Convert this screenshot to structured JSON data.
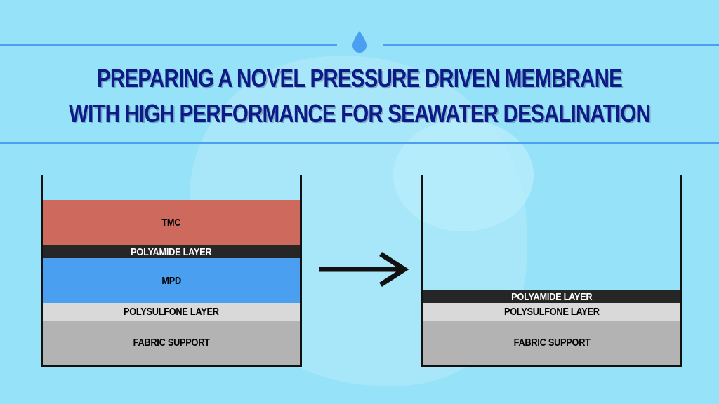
{
  "title": {
    "line1": "PREPARING A NOVEL PRESSURE DRIVEN MEMBRANE",
    "line2": "WITH HIGH PERFORMANCE FOR SEAWATER DESALINATION"
  },
  "colors": {
    "background": "#96e2f8",
    "title": "#0f1a86",
    "accent": "#4a9ff0",
    "tmc": "#cd695d",
    "polyamide": "#262626",
    "mpd": "#4a9ff0",
    "polysulfone": "#d9d9d9",
    "fabric": "#b3b3b3"
  },
  "before": {
    "tmc": "TMC",
    "polyamide": "POLYAMIDE LAYER",
    "mpd": "MPD",
    "polysulfone": "POLYSULFONE LAYER",
    "fabric": "FABRIC SUPPORT"
  },
  "after": {
    "polyamide": "POLYAMIDE LAYER",
    "polysulfone": "POLYSULFONE LAYER",
    "fabric": "FABRIC SUPPORT"
  },
  "icons": {
    "drop": "water-drop-icon",
    "arrow": "right-arrow-icon"
  }
}
